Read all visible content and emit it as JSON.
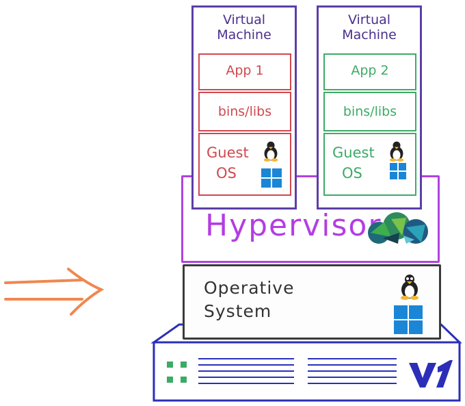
{
  "vms": [
    {
      "title": "Virtual Machine",
      "app": "App 1",
      "libs": "bins/libs",
      "guest_line1": "Guest",
      "guest_line2": "OS"
    },
    {
      "title": "Virtual Machine",
      "app": "App 2",
      "libs": "bins/libs",
      "guest_line1": "Guest",
      "guest_line2": "OS"
    }
  ],
  "hypervisor": {
    "label": "Hypervisor"
  },
  "os": {
    "label_line1": "Operative",
    "label_line2": "System"
  },
  "server": {
    "logo": "V1"
  },
  "colors": {
    "vm_border": "#5b3fa8",
    "vm1_layers": "#d0484e",
    "vm2_layers": "#3cab66",
    "hypervisor": "#b43de3",
    "os": "#3a3a3a",
    "server": "#2b2fb8",
    "arrow": "#f0874f",
    "windows": "#1b86d6"
  },
  "icons": [
    "linux-tux-icon",
    "windows-logo-icon",
    "cloud-mosaic-icon",
    "right-double-arrow-icon",
    "server-led-icon"
  ]
}
